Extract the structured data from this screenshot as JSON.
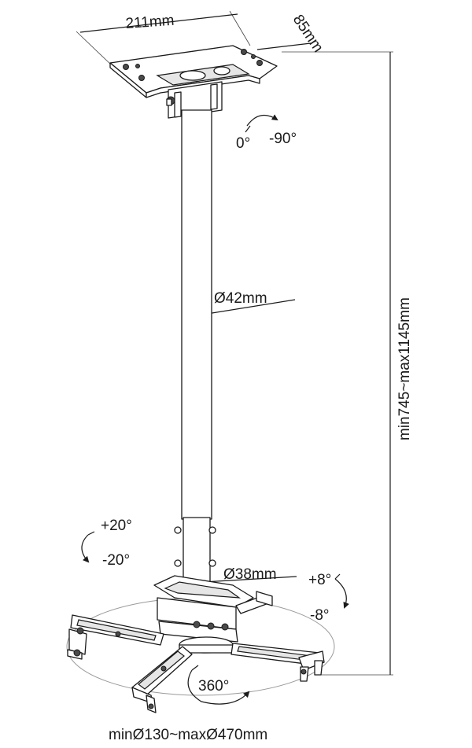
{
  "dimensions": {
    "plate_width": "211mm",
    "plate_depth": "85mm",
    "pole_diameter": "Ø42mm",
    "inner_pole_diameter": "Ø38mm",
    "height_range": "min745~max1145mm",
    "bracket_range": "minØ130~maxØ470mm"
  },
  "angles": {
    "top_start": "0°",
    "top_end": "-90°",
    "tilt_up": "+20°",
    "tilt_down": "-20°",
    "roll_up": "+8°",
    "roll_down": "-8°",
    "rotation": "360°"
  }
}
